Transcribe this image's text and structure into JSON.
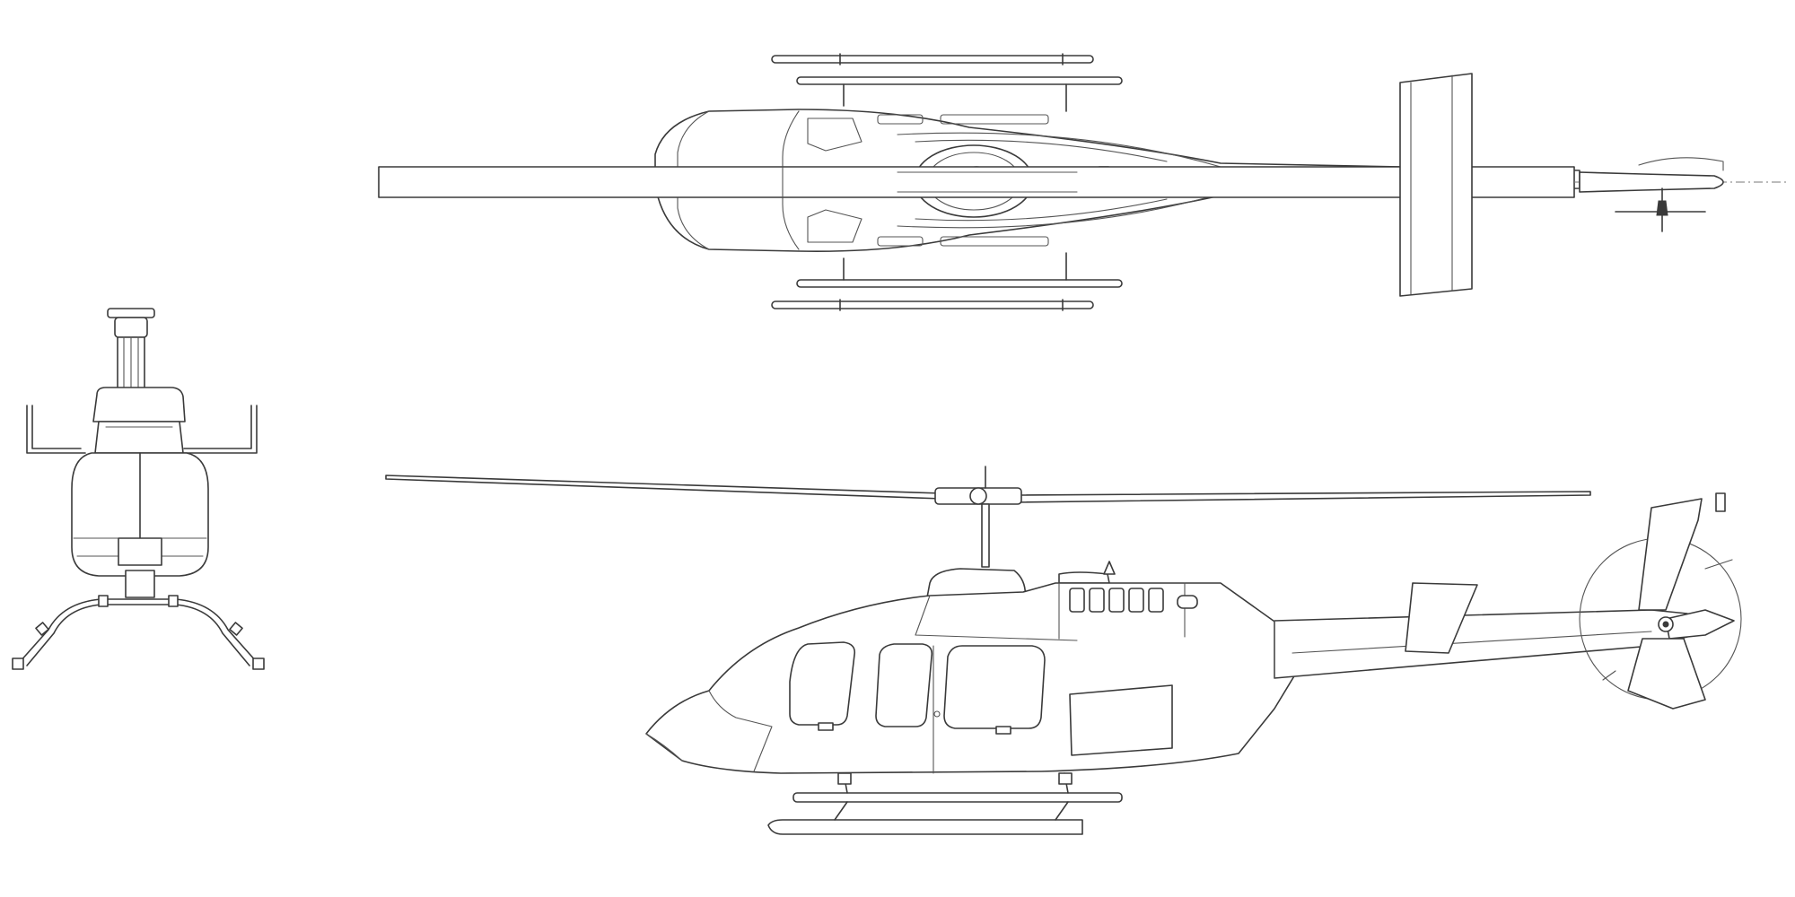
{
  "drawing": {
    "views": [
      {
        "id": "front",
        "icon": "helicopter-front-view"
      },
      {
        "id": "top",
        "icon": "helicopter-top-view"
      },
      {
        "id": "side",
        "icon": "helicopter-side-view"
      }
    ],
    "colors": {
      "line": "#3a3a3a",
      "background": "#ffffff"
    }
  }
}
